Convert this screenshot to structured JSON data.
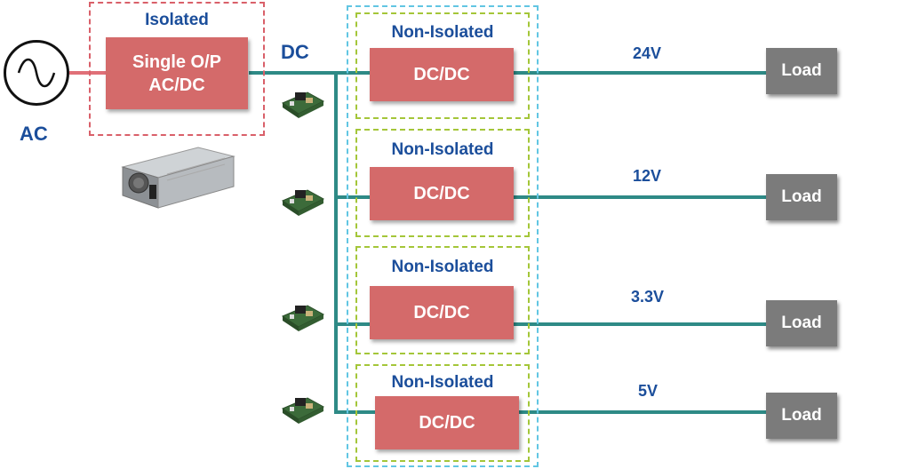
{
  "source": {
    "label": "AC",
    "symbol": "ac-sine-icon"
  },
  "ac_dc": {
    "group_label": "Isolated",
    "line1": "Single O/P",
    "line2": "AC/DC"
  },
  "bus_label": "DC",
  "converters": [
    {
      "group_label": "Non-Isolated",
      "label": "DC/DC",
      "voltage": "24V",
      "load": "Load"
    },
    {
      "group_label": "Non-Isolated",
      "label": "DC/DC",
      "voltage": "12V",
      "load": "Load"
    },
    {
      "group_label": "Non-Isolated",
      "label": "DC/DC",
      "voltage": "3.3V",
      "load": "Load"
    },
    {
      "group_label": "Non-Isolated",
      "label": "DC/DC",
      "voltage": "5V",
      "load": "Load"
    }
  ],
  "colors": {
    "wire": "#2e8a86",
    "converter_box": "#d46a6a",
    "load_box": "#7b7b7b",
    "text_blue": "#1b4e9b",
    "isolated_border": "#d9606a",
    "non_isolated_border": "#a4c639",
    "outer_border": "#62c6e3"
  },
  "images": [
    "psu-image",
    "pcb-module-image"
  ]
}
